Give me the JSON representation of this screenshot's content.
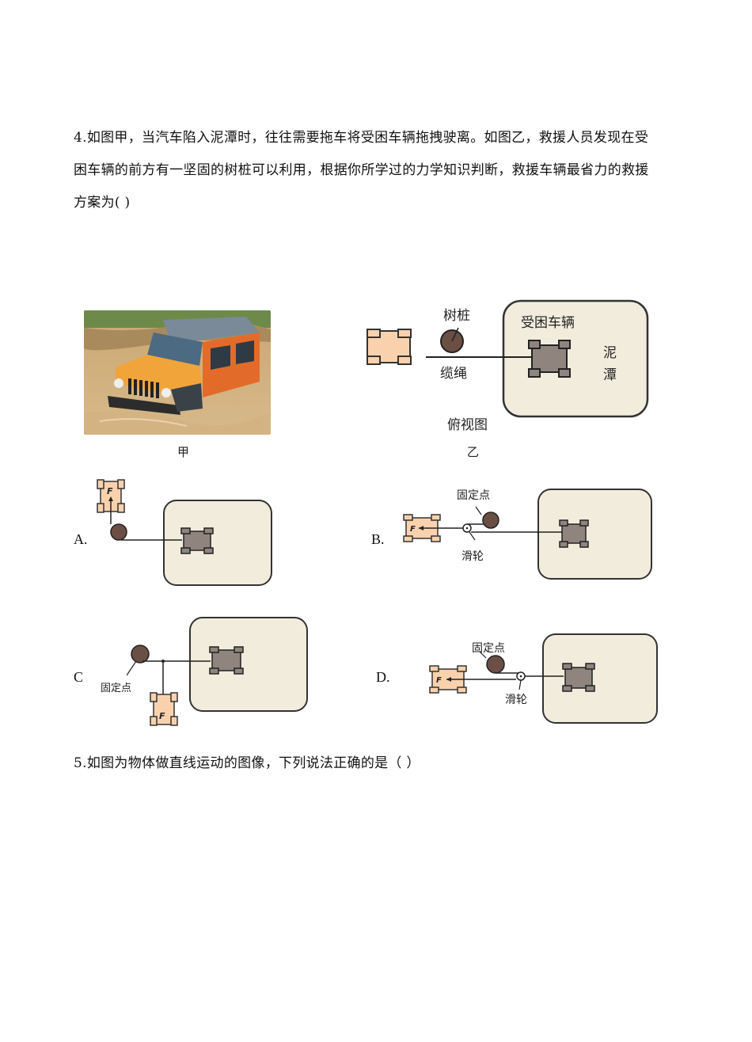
{
  "question4": {
    "lines": [
      "4.如图甲，当汽车陷入泥潭时，往往需要拖车将受困车辆拖拽驶离。如图乙，救援人员发现在受",
      "困车辆的前方有一坚固的树桩可以利用，根据你所学过的力学知识判断，救援车辆最省力的救援",
      "方案为(   )"
    ],
    "figure_jia": {
      "caption": "甲",
      "description": "orange jeep stuck in muddy water"
    },
    "figure_yi": {
      "caption": "乙",
      "view_label": "俯视图",
      "tree_stump_label": "树桩",
      "cable_label": "缆绳",
      "stuck_vehicle_label": "受困车辆",
      "mud_label_1": "泥",
      "mud_label_2": "潭"
    },
    "options": [
      {
        "letter": "A.",
        "force_label": "F"
      },
      {
        "letter": "B.",
        "force_label": "F",
        "fixed_point_label": "固定点",
        "pulley_label": "滑轮"
      },
      {
        "letter": "C",
        "force_label": "F",
        "fixed_point_label": "固定点"
      },
      {
        "letter": "D.",
        "force_label": "F",
        "fixed_point_label": "固定点",
        "pulley_label": "滑轮"
      }
    ]
  },
  "question5": {
    "text": "5.如图为物体做直线运动的图像，下列说法正确的是（    ）"
  },
  "colors": {
    "rescue_car": "#f9d2ad",
    "stuck_car": "#8f857e",
    "mud": "#f1ecdc",
    "stump": "#6b4f44",
    "outline": "#333333"
  }
}
